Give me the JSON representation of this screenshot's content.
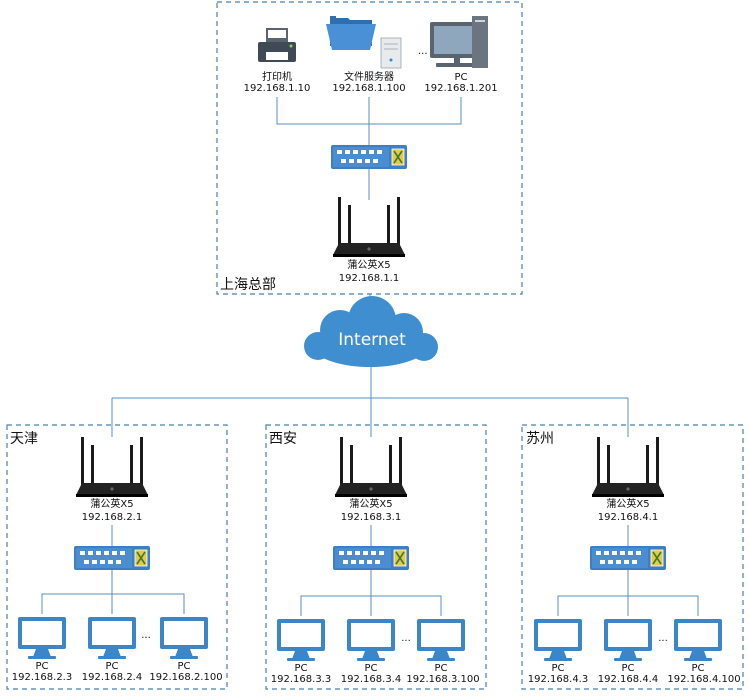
{
  "hq": {
    "label": "上海总部",
    "printer": {
      "name": "打印机",
      "ip": "192.168.1.10"
    },
    "server": {
      "name": "文件服务器",
      "ip": "192.168.1.100"
    },
    "pc": {
      "name": "PC",
      "ip": "192.168.1.201"
    },
    "ellipsis": "...",
    "router": {
      "name": "蒲公英X5",
      "ip": "192.168.1.1"
    }
  },
  "internet": {
    "label": "Internet"
  },
  "branches": [
    {
      "label": "天津",
      "router": {
        "name": "蒲公英X5",
        "ip": "192.168.2.1"
      },
      "pcs": [
        {
          "name": "PC",
          "ip": "192.168.2.3"
        },
        {
          "name": "PC",
          "ip": "192.168.2.4"
        },
        {
          "name": "PC",
          "ip": "192.168.2.100"
        }
      ],
      "ellipsis": "..."
    },
    {
      "label": "西安",
      "router": {
        "name": "蒲公英X5",
        "ip": "192.168.3.1"
      },
      "pcs": [
        {
          "name": "PC",
          "ip": "192.168.3.3"
        },
        {
          "name": "PC",
          "ip": "192.168.3.4"
        },
        {
          "name": "PC",
          "ip": "192.168.3.100"
        }
      ],
      "ellipsis": "..."
    },
    {
      "label": "苏州",
      "router": {
        "name": "蒲公英X5",
        "ip": "192.168.4.1"
      },
      "pcs": [
        {
          "name": "PC",
          "ip": "192.168.4.3"
        },
        {
          "name": "PC",
          "ip": "192.168.4.4"
        },
        {
          "name": "PC",
          "ip": "192.168.4.100"
        }
      ],
      "ellipsis": "..."
    }
  ],
  "colors": {
    "device_blue": "#3a86c8",
    "router_black": "#1b1b1b",
    "switch_blue": "#3d7fc4",
    "cloud_blue": "#3f8fd0",
    "frame": "#4a7fb0",
    "wire": "#5b8fbf"
  }
}
